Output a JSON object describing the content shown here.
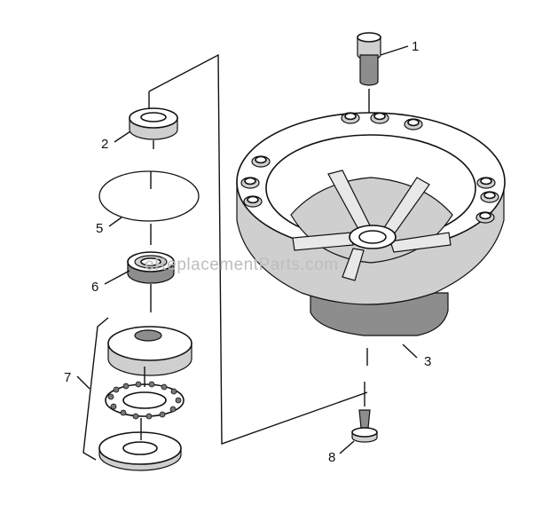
{
  "diagram": {
    "watermark": "eReplacementParts.com",
    "callouts": [
      {
        "id": "1",
        "label": "1"
      },
      {
        "id": "2",
        "label": "2"
      },
      {
        "id": "3",
        "label": "3"
      },
      {
        "id": "5",
        "label": "5"
      },
      {
        "id": "6",
        "label": "6"
      },
      {
        "id": "7",
        "label": "7"
      },
      {
        "id": "8",
        "label": "8"
      }
    ]
  }
}
